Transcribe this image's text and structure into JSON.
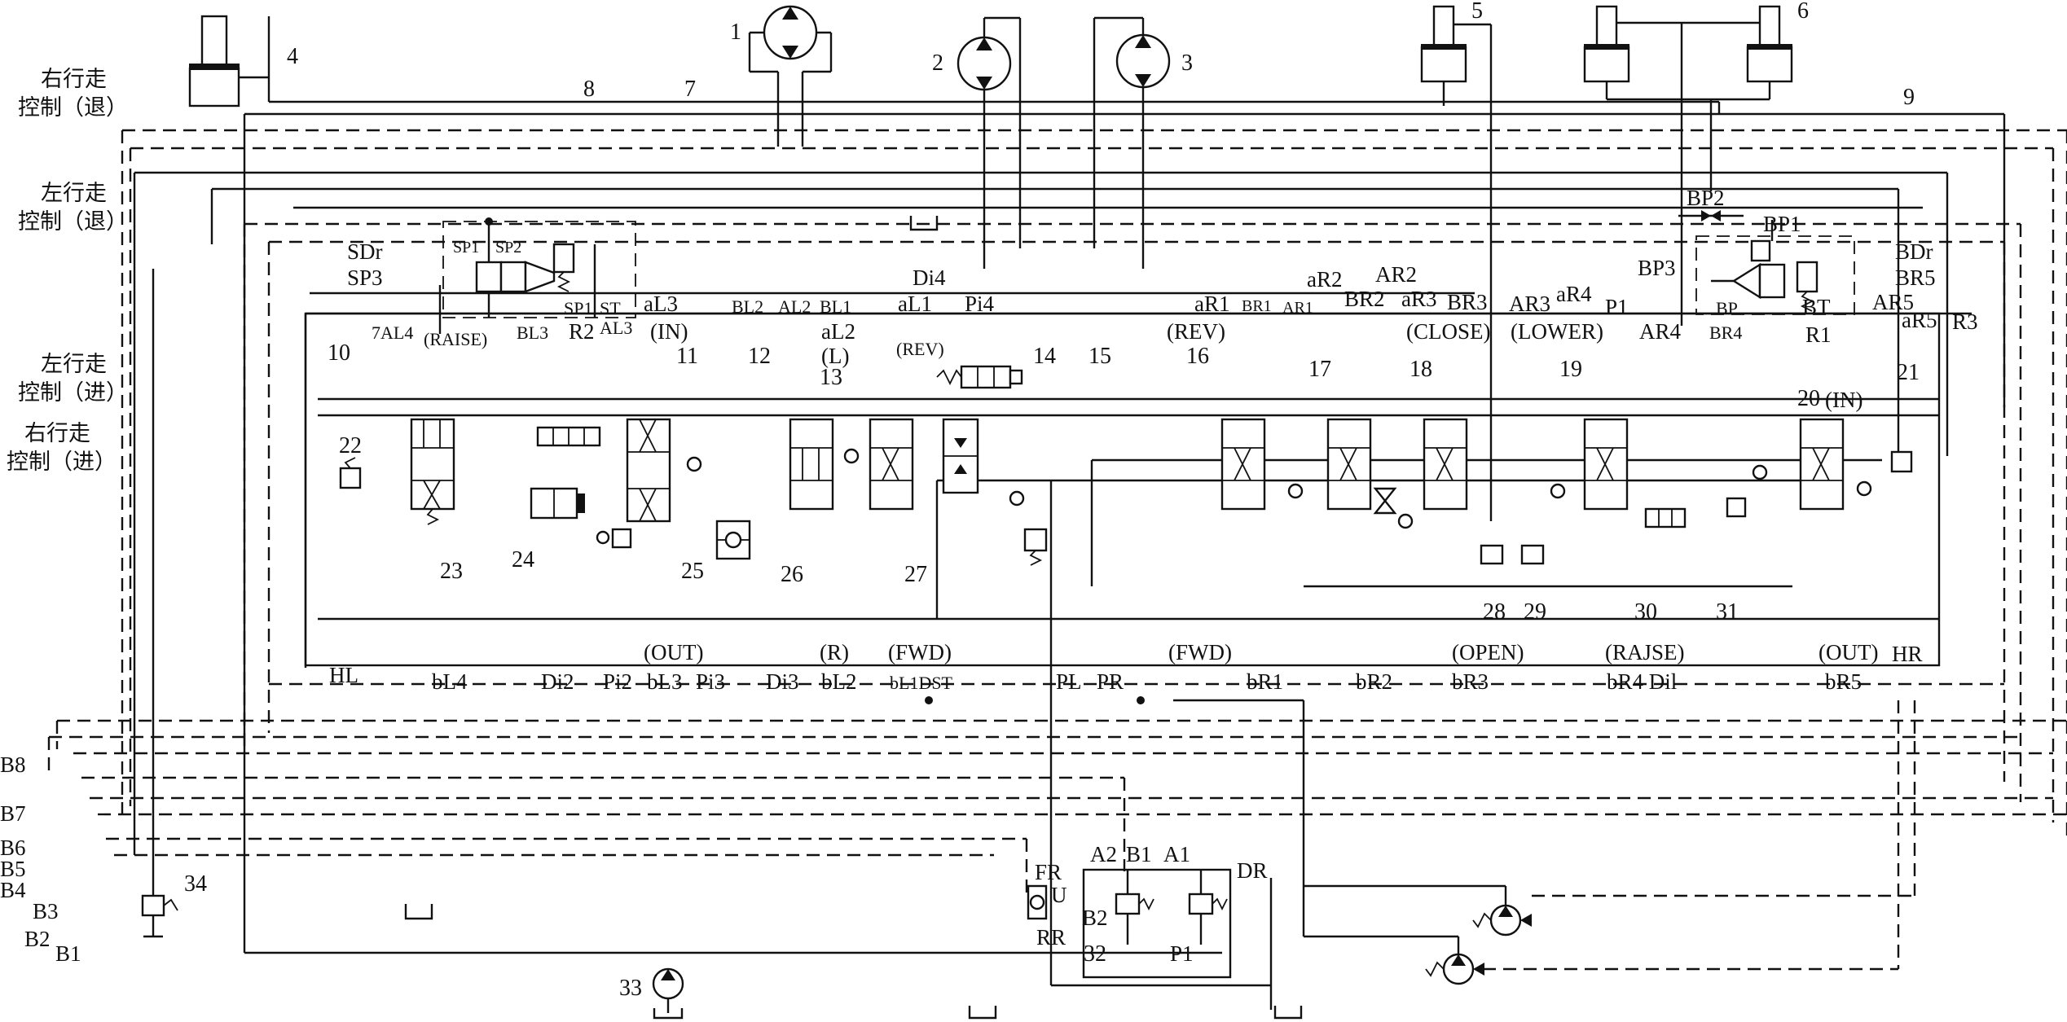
{
  "components": {
    "c1": "1",
    "c2": "2",
    "c3": "3",
    "c4": "4",
    "c5": "5",
    "c6": "6",
    "c7": "7",
    "c8": "8",
    "c9": "9",
    "c10": "10",
    "c11": "11",
    "c12": "12",
    "c13": "13",
    "c14": "14",
    "c15": "15",
    "c16": "16",
    "c17": "17",
    "c18": "18",
    "c19": "19",
    "c20": "20",
    "c21": "21",
    "c22": "22",
    "c23": "23",
    "c24": "24",
    "c25": "25",
    "c26": "26",
    "c27": "27",
    "c28": "28",
    "c29": "29",
    "c30": "30",
    "c31": "31",
    "c32": "32",
    "c33": "33",
    "c34": "34"
  },
  "chinese_labels": {
    "right_travel_reverse": [
      "右行走",
      "控制（退）"
    ],
    "left_travel_reverse": [
      "左行走",
      "控制（退）"
    ],
    "left_travel_forward": [
      "左行走",
      "控制（进）"
    ],
    "right_travel_forward": [
      "右行走",
      "控制（进）"
    ]
  },
  "ports": {
    "SDr": "SDr",
    "SP3": "SP3",
    "SP1": "SP1",
    "SP2": "SP2",
    "SP1b": "SP1",
    "ST": "ST",
    "R2": "R2",
    "AL3": "AL3",
    "BL3": "BL3",
    "RAISE": "(RAISE)",
    "AL4": "7AL4",
    "aL3": "aL3",
    "IN": "(IN)",
    "BL2": "BL2",
    "AL2": "AL2",
    "BL1": "BL1",
    "aL2": "aL2",
    "L": "(L)",
    "aL1": "aL1",
    "Pi4": "Pi4",
    "Di4": "Di4",
    "REV": "(REV)",
    "aR1": "aR1",
    "BR1": "BR1",
    "AR1": "AR1",
    "REV2": "(REV)",
    "aR2": "aR2",
    "BR2": "BR2",
    "AR2": "AR2",
    "aR3": "aR3",
    "BR3": "BR3",
    "CLOSE": "(CLOSE)",
    "AR3": "AR3",
    "aR4": "aR4",
    "LOWER": "(LOWER)",
    "P1top": "P1",
    "AR4": "AR4",
    "BR4": "BR4",
    "BP": "BP",
    "BT": "BT",
    "BP2": "BP2",
    "BP1": "BP1",
    "BP3": "BP3",
    "BDr": "BDr",
    "BR5": "BR5",
    "AR5": "AR5",
    "aR5": "aR5",
    "R1": "R1",
    "R3": "R3",
    "IN2": "(IN)",
    "HL": "HL",
    "bL4": "bL4",
    "Di2": "Di2",
    "Pi2": "Pi2",
    "OUT": "(OUT)",
    "bL3": "bL3",
    "Pi3": "Pi3",
    "Di3": "Di3",
    "R": "(R)",
    "bL2": "bL2",
    "FWD": "(FWD)",
    "bL1DST": "bL1DST",
    "PL": "PL",
    "PR": "PR",
    "FWD2": "(FWD)",
    "bR1": "bR1",
    "bR2": "bR2",
    "OPEN": "(OPEN)",
    "bR3": "bR3",
    "RAJSE": "(RAJSE)",
    "bR4Dil": "bR4 Dil",
    "OUT2": "(OUT)",
    "bR5": "bR5",
    "HR": "HR",
    "B8": "B8",
    "B7": "B7",
    "B6": "B6",
    "B5": "B5",
    "B4": "B4",
    "B3": "B3",
    "B2": "B2",
    "B1": "B1",
    "A2": "A2",
    "B1v": "B1",
    "A1": "A1",
    "DR": "DR",
    "FR": "FR",
    "U": "U",
    "RR": "RR",
    "B2v": "B2",
    "P1v": "P1"
  }
}
